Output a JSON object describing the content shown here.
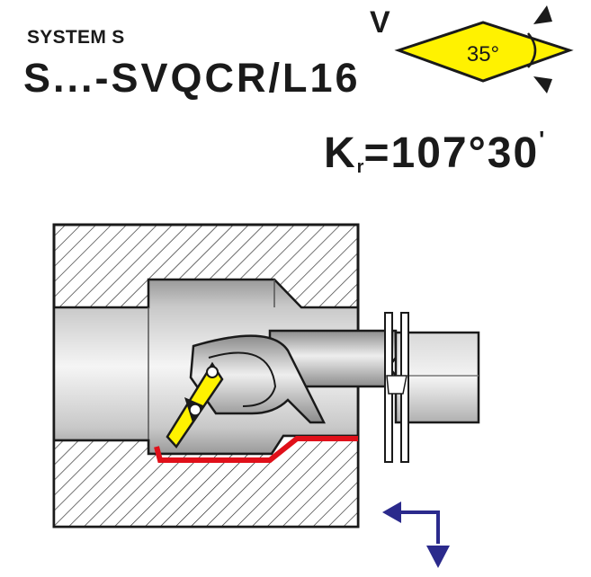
{
  "header": {
    "system_label": "SYSTEM S",
    "tool_code": "S...-SVQCR/L16",
    "insert_shape_letter": "V",
    "insert_angle": "35°"
  },
  "angle": {
    "symbol": "K",
    "subscript": "r",
    "value": "=107°30",
    "minute_mark": "'"
  },
  "colors": {
    "insert_fill": "#fff200",
    "cut_path": "#e0101a",
    "feed_arrows": "#2b2a8c",
    "metal_light": "#e6e6e6",
    "metal_dark": "#8c8c8c"
  }
}
